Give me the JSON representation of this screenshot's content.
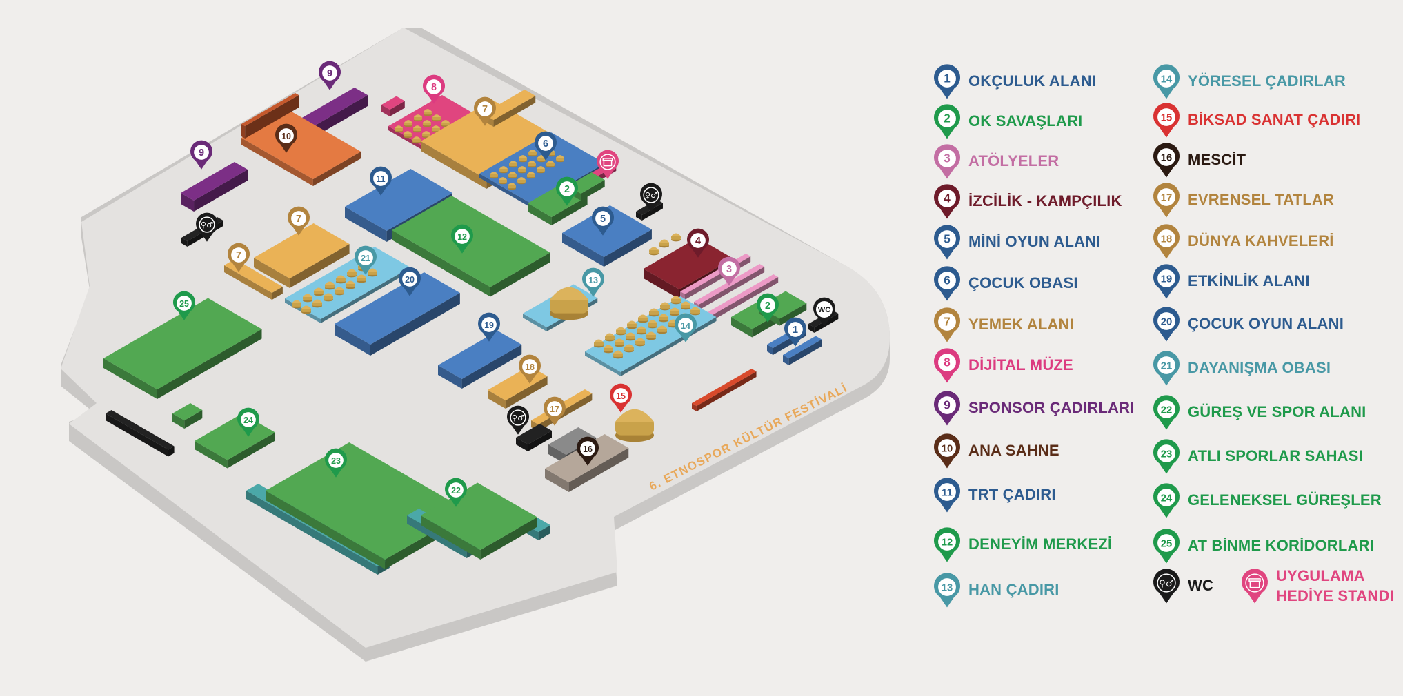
{
  "festival_label": "6. ETNOSPOR KÜLTÜR FESTİVALİ",
  "colors": {
    "background": "#f0eeec",
    "ground": "#e4e2e0",
    "ground_side": "#c9c7c5",
    "green": "#52a852",
    "blue": "#4a7fc2",
    "orange_yellow": "#eab256",
    "light_blue": "#7ec8e3",
    "pink": "#e0457f",
    "purple": "#7c2f86",
    "orange": "#e47a42",
    "maroon": "#8a2430",
    "light_pink": "#ec9ac6",
    "teal": "#4ba8a8",
    "red_orange": "#d84a2c",
    "gray": "#8a8a8a",
    "tan": "#b5a79a",
    "black": "#222222"
  },
  "legend": [
    {
      "num": "1",
      "label": "OKÇULUK ALANI",
      "color": "#2d5b8f"
    },
    {
      "num": "2",
      "label": "OK SAVAŞLARI",
      "color": "#1f9a4b"
    },
    {
      "num": "3",
      "label": "ATÖLYELER",
      "color": "#c36ea3"
    },
    {
      "num": "4",
      "label": "İZCİLİK - KAMPÇILIK",
      "color": "#6e1b2a"
    },
    {
      "num": "5",
      "label": "MİNİ OYUN ALANI",
      "color": "#2d5b8f"
    },
    {
      "num": "6",
      "label": "ÇOCUK OBASI",
      "color": "#2d5b8f"
    },
    {
      "num": "7",
      "label": "YEMEK ALANI",
      "color": "#b2843e"
    },
    {
      "num": "8",
      "label": "DİJİTAL MÜZE",
      "color": "#dc3b80"
    },
    {
      "num": "9",
      "label": "SPONSOR ÇADIRLARI",
      "color": "#6a2a78"
    },
    {
      "num": "10",
      "label": "ANA SAHNE",
      "color": "#5a2d18"
    },
    {
      "num": "11",
      "label": "TRT ÇADIRI",
      "color": "#2d5b8f"
    },
    {
      "num": "12",
      "label": "DENEYİM MERKEZİ",
      "color": "#1f9a4b"
    },
    {
      "num": "13",
      "label": "HAN ÇADIRI",
      "color": "#4898a5"
    },
    {
      "num": "14",
      "label": "YÖRESEL ÇADIRLAR",
      "color": "#4898a5"
    },
    {
      "num": "15",
      "label": "BİKSAD SANAT ÇADIRI",
      "color": "#d93232"
    },
    {
      "num": "16",
      "label": "MESCİT",
      "color": "#2b1a12"
    },
    {
      "num": "17",
      "label": "EVRENSEL TATLAR",
      "color": "#b2843e"
    },
    {
      "num": "18",
      "label": "DÜNYA KAHVELERİ",
      "color": "#b2843e"
    },
    {
      "num": "19",
      "label": "ETKİNLİK ALANI",
      "color": "#2d5b8f"
    },
    {
      "num": "20",
      "label": "ÇOCUK OYUN ALANI",
      "color": "#2d5b8f"
    },
    {
      "num": "21",
      "label": "DAYANIŞMA OBASI",
      "color": "#4898a5"
    },
    {
      "num": "22",
      "label": "GÜREŞ VE SPOR ALANI",
      "color": "#1f9a4b"
    },
    {
      "num": "23",
      "label": "ATLI SPORLAR SAHASI",
      "color": "#1f9a4b"
    },
    {
      "num": "24",
      "label": "GELENEKSEL GÜREŞLER",
      "color": "#1f9a4b"
    },
    {
      "num": "25",
      "label": "AT BİNME KORİDORLARI",
      "color": "#1f9a4b"
    },
    {
      "num": "wc",
      "label": "WC",
      "color": "#1a1a1a"
    },
    {
      "num": "gift",
      "label": "UYGULAMA HEDİYE STANDI",
      "color": "#e0457f"
    }
  ],
  "map_pins": [
    {
      "num": "9",
      "color": "#6a2a78"
    },
    {
      "num": "9",
      "color": "#6a2a78"
    },
    {
      "num": "8",
      "color": "#dc3b80"
    },
    {
      "num": "10",
      "color": "#5a2d18"
    },
    {
      "num": "7",
      "color": "#b2843e"
    },
    {
      "num": "6",
      "color": "#2d5b8f"
    },
    {
      "num": "11",
      "color": "#2d5b8f"
    },
    {
      "num": "2",
      "color": "#1f9a4b"
    },
    {
      "num": "5",
      "color": "#2d5b8f"
    },
    {
      "num": "12",
      "color": "#1f9a4b"
    },
    {
      "num": "7",
      "color": "#b2843e"
    },
    {
      "num": "7",
      "color": "#b2843e"
    },
    {
      "num": "21",
      "color": "#4898a5"
    },
    {
      "num": "20",
      "color": "#2d5b8f"
    },
    {
      "num": "25",
      "color": "#1f9a4b"
    },
    {
      "num": "4",
      "color": "#6e1b2a"
    },
    {
      "num": "3",
      "color": "#c36ea3"
    },
    {
      "num": "2",
      "color": "#1f9a4b"
    },
    {
      "num": "1",
      "color": "#2d5b8f"
    },
    {
      "num": "13",
      "color": "#4898a5"
    },
    {
      "num": "14",
      "color": "#4898a5"
    },
    {
      "num": "19",
      "color": "#2d5b8f"
    },
    {
      "num": "18",
      "color": "#b2843e"
    },
    {
      "num": "15",
      "color": "#d93232"
    },
    {
      "num": "17",
      "color": "#b2843e"
    },
    {
      "num": "16",
      "color": "#2b1a12"
    },
    {
      "num": "24",
      "color": "#1f9a4b"
    },
    {
      "num": "23",
      "color": "#1f9a4b"
    },
    {
      "num": "22",
      "color": "#1f9a4b"
    },
    {
      "num": "wc",
      "color": "#1a1a1a"
    },
    {
      "num": "wc",
      "color": "#1a1a1a"
    },
    {
      "num": "wc",
      "color": "#1a1a1a"
    },
    {
      "num": "wc-text",
      "label": "WC",
      "color": "#1a1a1a"
    },
    {
      "num": "gift",
      "color": "#e0457f"
    }
  ]
}
